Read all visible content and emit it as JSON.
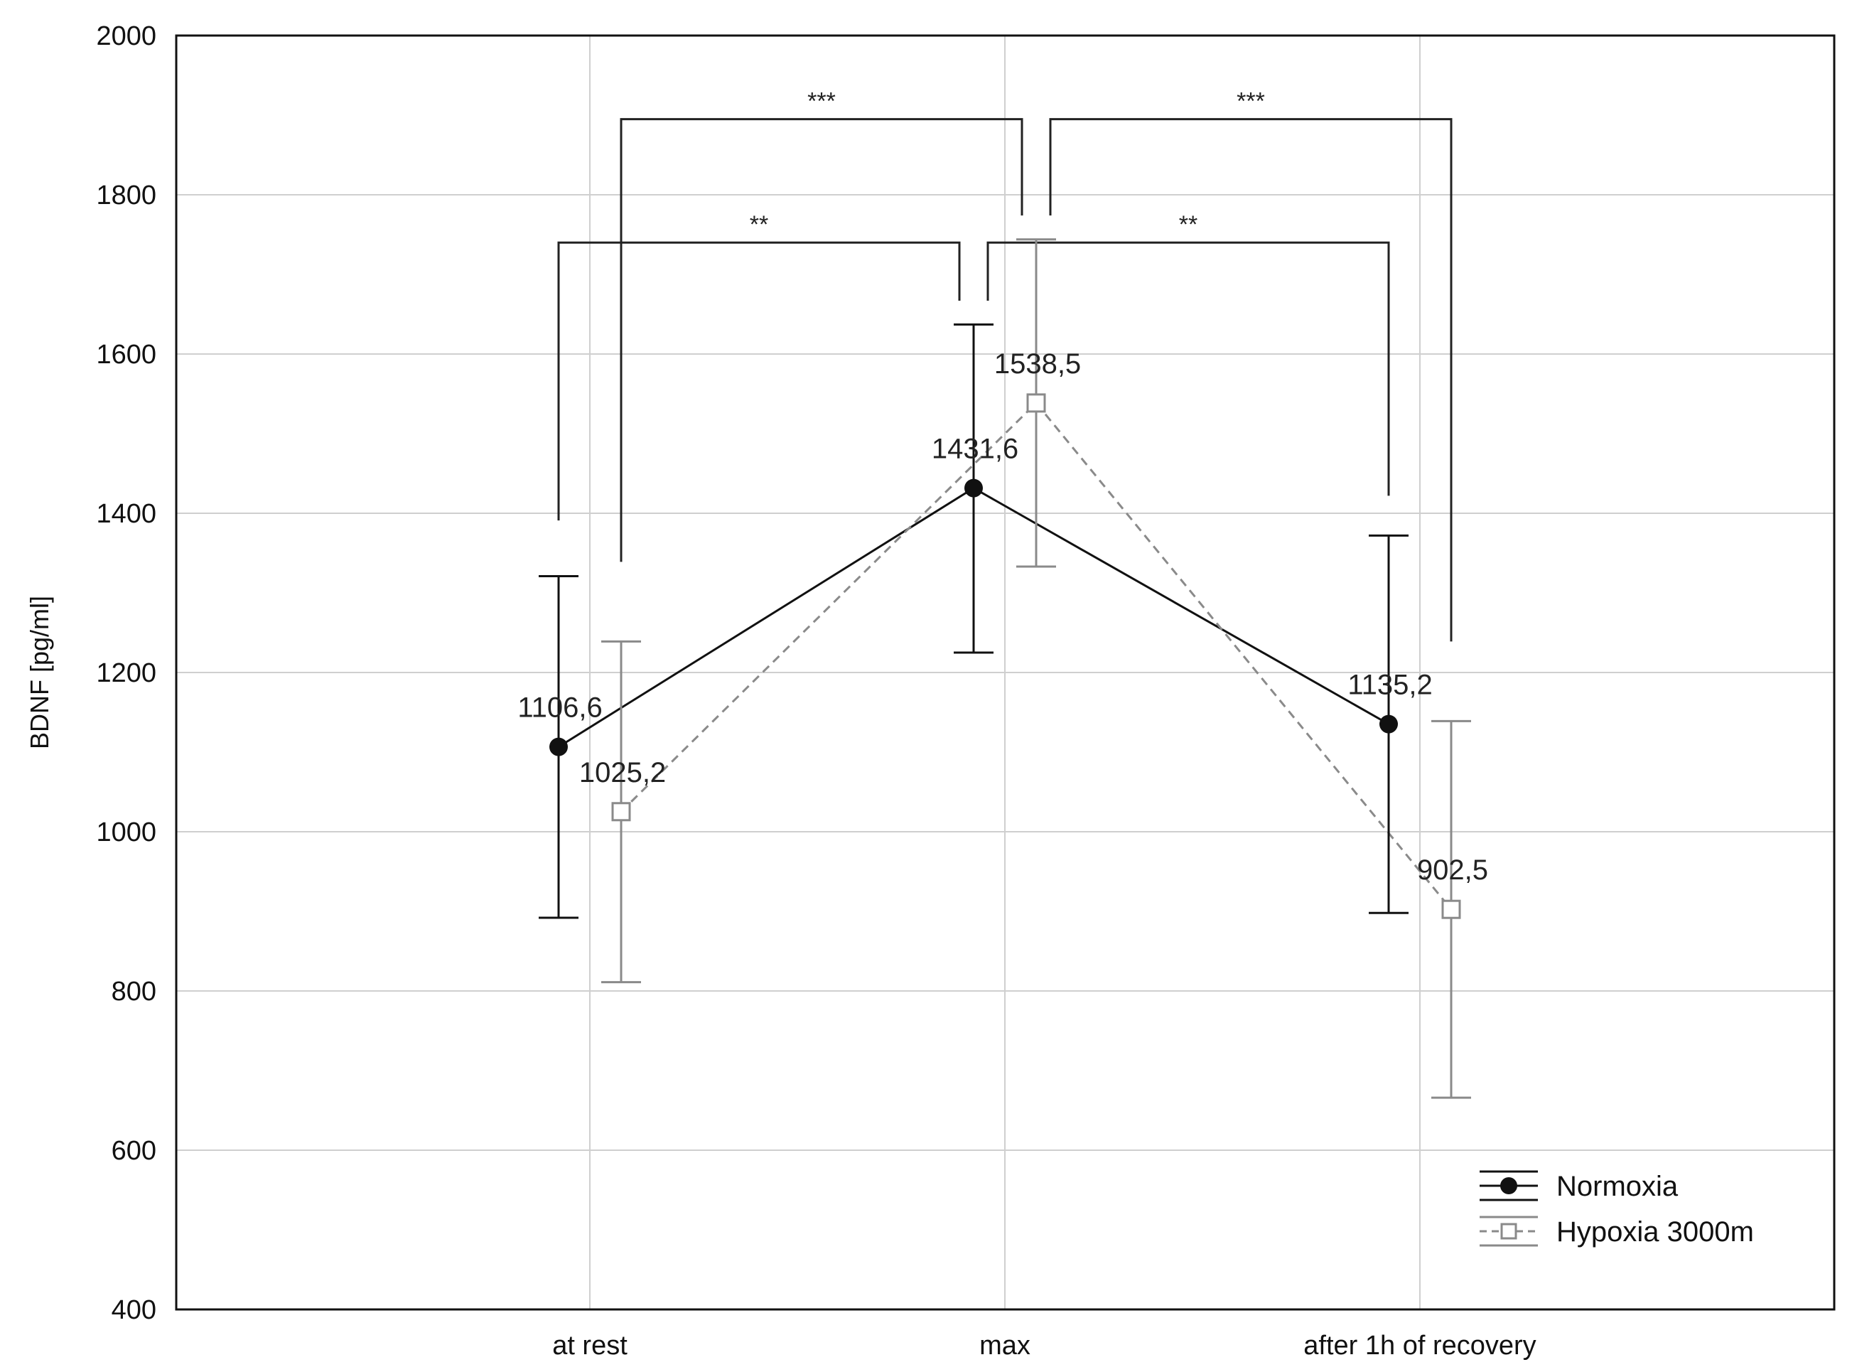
{
  "chart_data": {
    "type": "line",
    "title": "",
    "xlabel": "",
    "ylabel": "BDNF [pg/ml]",
    "ylim": [
      400,
      2000
    ],
    "yticks": [
      400,
      600,
      800,
      1000,
      1200,
      1400,
      1600,
      1800,
      2000
    ],
    "categories": [
      "at rest",
      "max",
      "after 1h of recovery"
    ],
    "grid": true,
    "legend_position": "bottom-right",
    "series": [
      {
        "name": "Normoxia",
        "style": "solid",
        "marker": "filled-circle",
        "color": "#111111",
        "values": [
          1106.6,
          1431.6,
          1135.2
        ],
        "value_labels": [
          "1106,6",
          "1431,6",
          "1135,2"
        ],
        "error_low": [
          892,
          1225,
          898
        ],
        "error_high": [
          1321,
          1637,
          1372
        ]
      },
      {
        "name": "Hypoxia 3000m",
        "style": "dashed",
        "marker": "open-square",
        "color": "#8a8a8a",
        "values": [
          1025.2,
          1538.5,
          902.5
        ],
        "value_labels": [
          "1025,2",
          "1538,5",
          "902,5"
        ],
        "error_low": [
          811,
          1333,
          666
        ],
        "error_high": [
          1239,
          1744,
          1139
        ]
      }
    ],
    "annotations": [
      {
        "from": 0,
        "to": 1,
        "series": "Normoxia",
        "label": "**"
      },
      {
        "from": 1,
        "to": 2,
        "series": "Normoxia",
        "label": "**"
      },
      {
        "from": 0,
        "to": 1,
        "series": "Hypoxia 3000m",
        "label": "***"
      },
      {
        "from": 1,
        "to": 2,
        "series": "Hypoxia 3000m",
        "label": "***"
      }
    ]
  }
}
